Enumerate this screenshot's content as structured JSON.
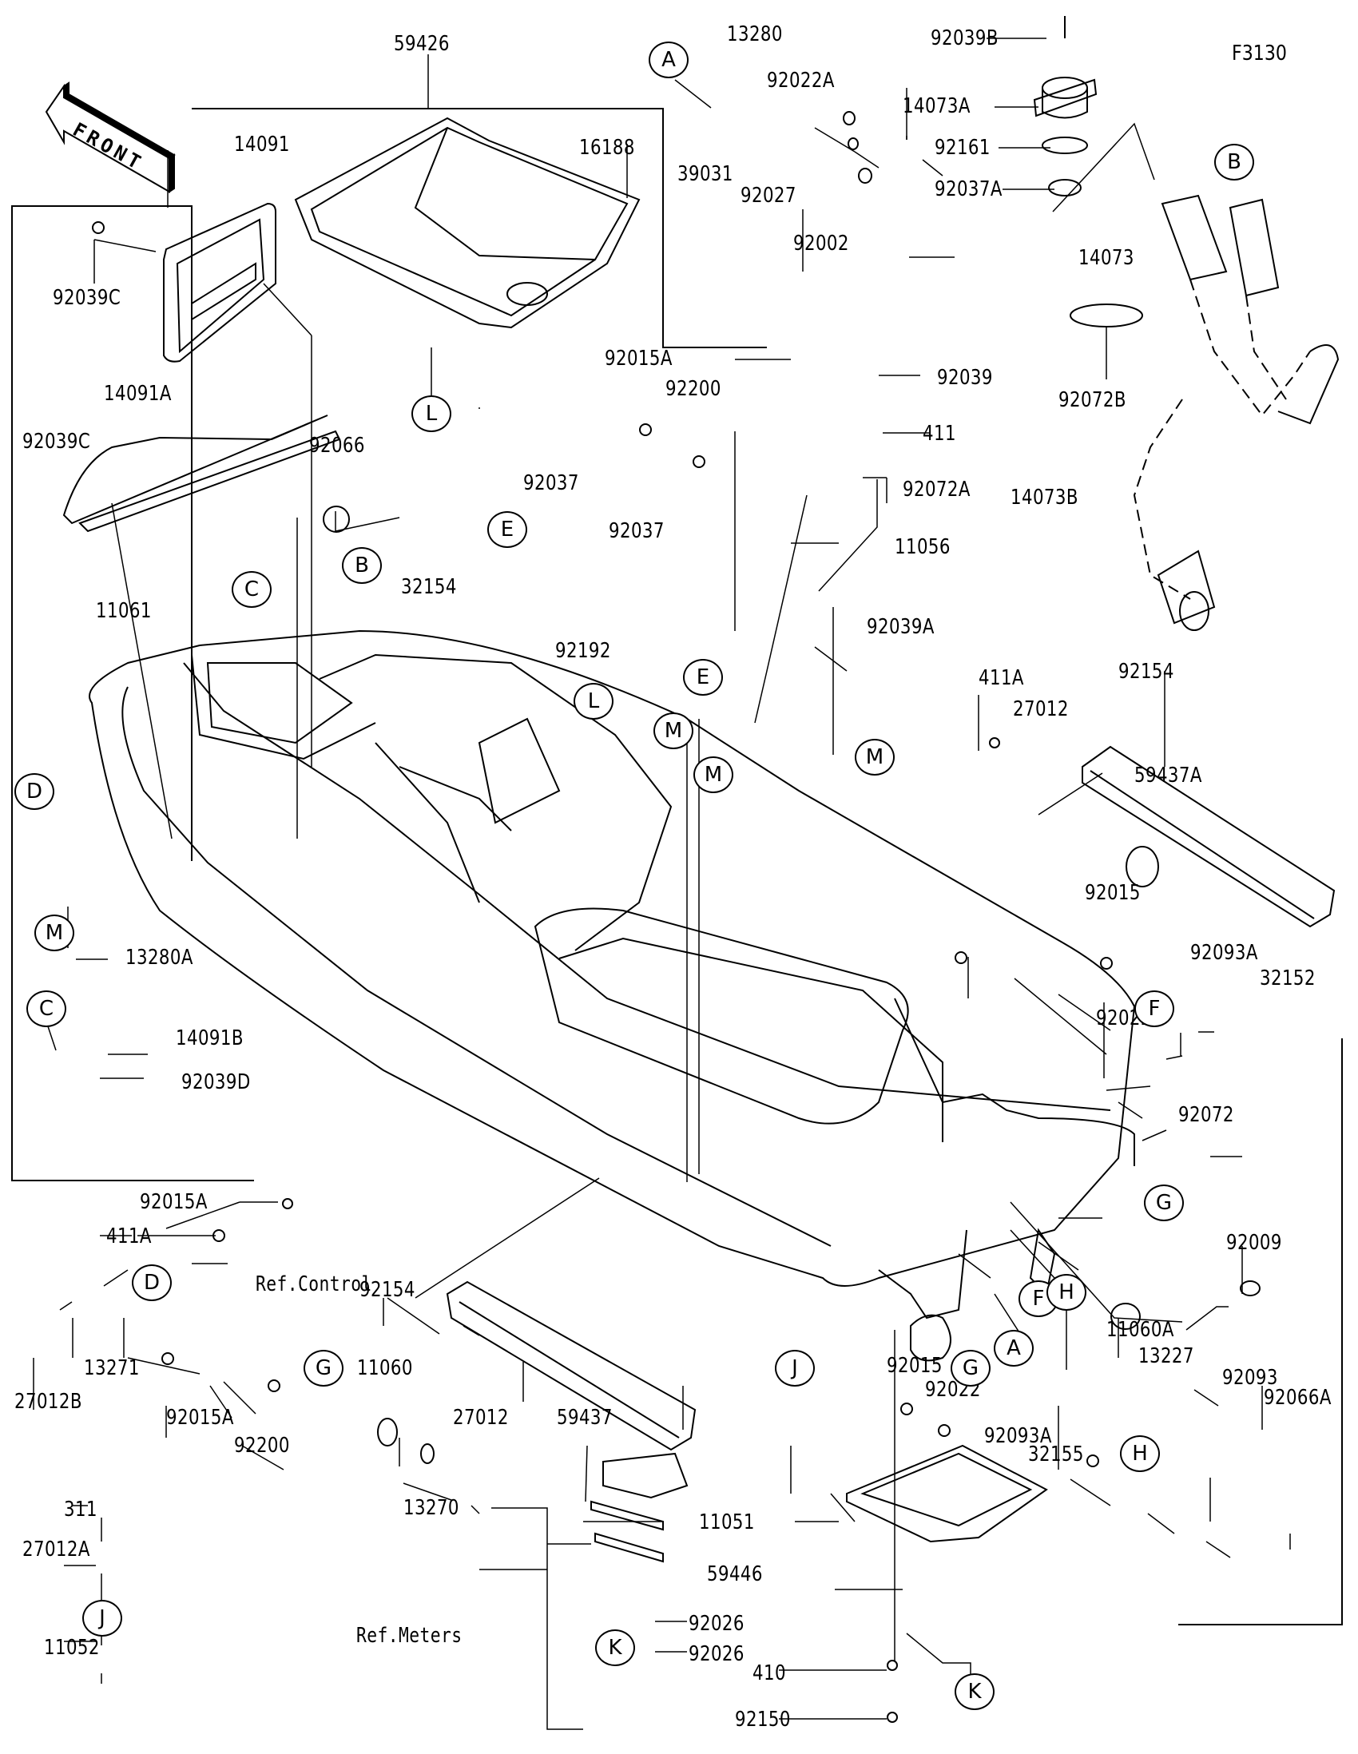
{
  "figure_id": "F3130",
  "front_arrow_label": "FRONT",
  "references": {
    "control": "Ref.Control",
    "meters": "Ref.Meters"
  },
  "parts": {
    "p59426": "59426",
    "p14091": "14091",
    "p16188": "16188",
    "p92039C_a": "92039C",
    "p14091A": "14091A",
    "p92039C_b": "92039C",
    "p11061": "11061",
    "p92066": "92066",
    "p32154": "32154",
    "p92037_a": "92037",
    "p92037_b": "92037",
    "p92192": "92192",
    "p39031": "39031",
    "p13280": "13280",
    "p92022A": "92022A",
    "p92027": "92027",
    "p92002": "92002",
    "p92015A_top": "92015A",
    "p92200_top": "92200",
    "p92039": "92039",
    "p411": "411",
    "p92072A": "92072A",
    "p11056": "11056",
    "p92039A": "92039A",
    "p92039B": "92039B",
    "p14073A": "14073A",
    "p92161": "92161",
    "p92037A": "92037A",
    "p14073": "14073",
    "p92072B": "92072B",
    "p14073B": "14073B",
    "p411A_top": "411A",
    "p27012_top": "27012",
    "p92154_top": "92154",
    "p59437A": "59437A",
    "p92015_mid": "92015",
    "p92022_mid": "92022",
    "p92093A_mid": "92093A",
    "p32152": "32152",
    "p92072": "92072",
    "p13280A": "13280A",
    "p14091B": "14091B",
    "p92039D": "92039D",
    "p92015A_bot": "92015A",
    "p411A_bot": "411A",
    "p13271": "13271",
    "p27012B": "27012B",
    "p92154_bot": "92154",
    "p59437": "59437",
    "p92015A_bot2": "92015A",
    "p92200_bot": "92200",
    "p11060": "11060",
    "p27012_bot": "27012",
    "p13270": "13270",
    "p311": "311",
    "p27012A": "27012A",
    "p11052": "11052",
    "p11051": "11051",
    "p59446": "59446",
    "p92026_a": "92026",
    "p92026_b": "92026",
    "p410": "410",
    "p92150": "92150",
    "p92009": "92009",
    "p11060A": "11060A",
    "p13227": "13227",
    "p92093": "92093",
    "p92066A": "92066A",
    "p92015_bot": "92015",
    "p92022_bot": "92022",
    "p92093A_bot": "92093A",
    "p32155": "32155"
  },
  "callouts": {
    "A1": "A",
    "A2": "A",
    "B1": "B",
    "B2": "B",
    "C1": "C",
    "C2": "C",
    "D1": "D",
    "D2": "D",
    "E1": "E",
    "E2": "E",
    "F1": "F",
    "F2": "F",
    "G1": "G",
    "G2": "G",
    "G3": "G",
    "H1": "H",
    "H2": "H",
    "J1": "J",
    "J2": "J",
    "K1": "K",
    "K2": "K",
    "L1": "L",
    "L2": "L",
    "M1": "M",
    "M2": "M",
    "M3": "M",
    "M4": "M"
  }
}
